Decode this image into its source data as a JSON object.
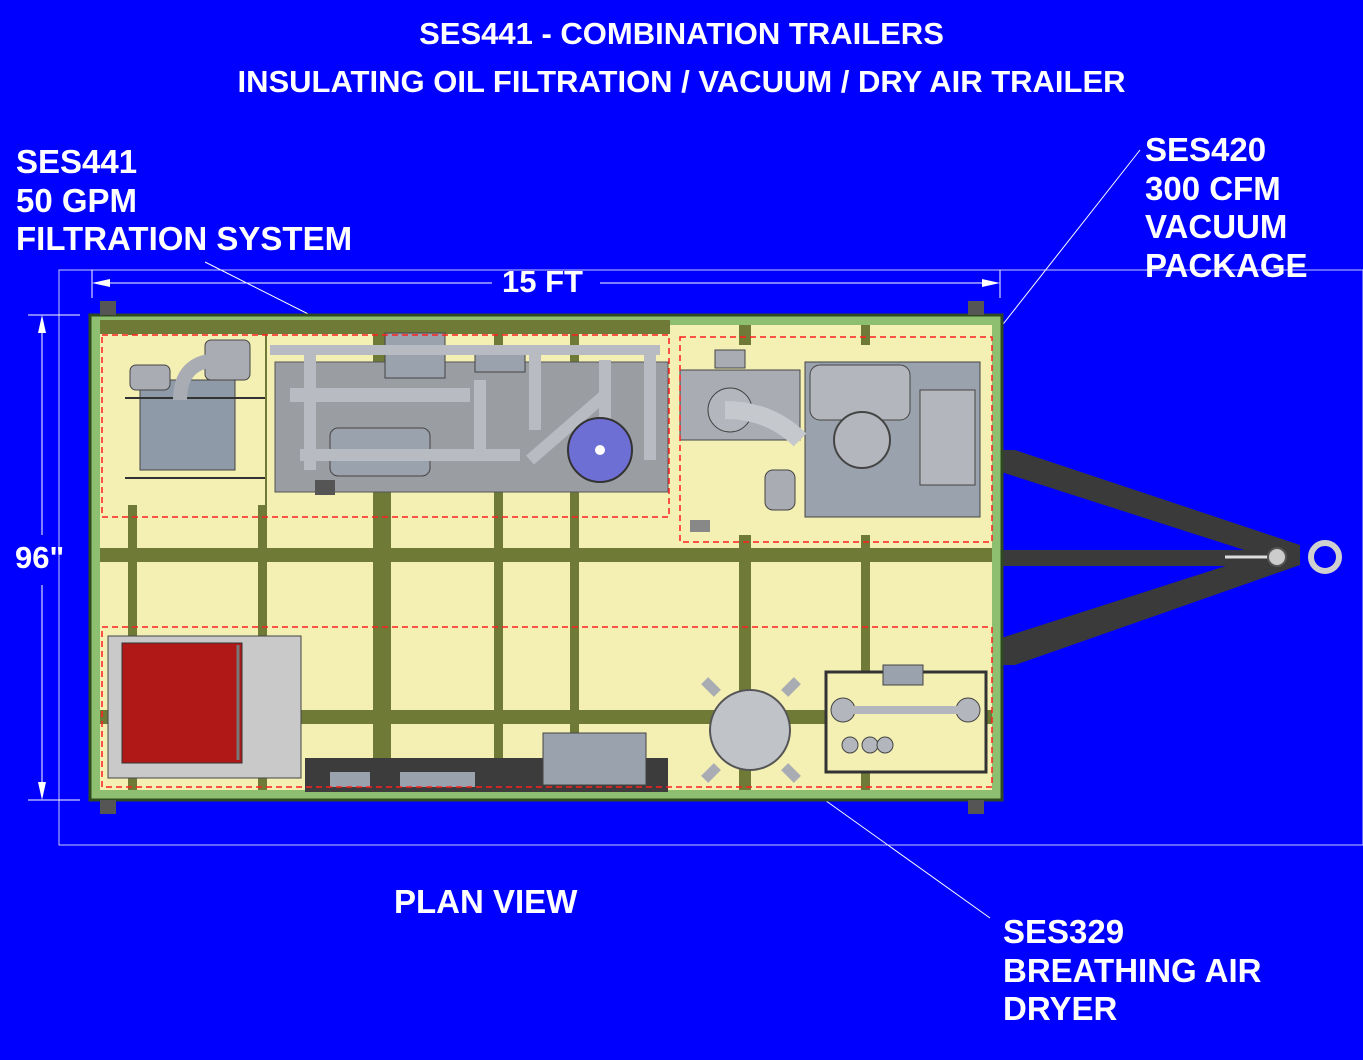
{
  "title": {
    "line1": "SES441 - COMBINATION TRAILERS",
    "line2": "INSULATING OIL FILTRATION  / VACUUM / DRY AIR TRAILER"
  },
  "callouts": {
    "filtration": [
      "SES441",
      "50 GPM",
      "FILTRATION SYSTEM"
    ],
    "vacuum": [
      "SES420",
      "300 CFM",
      "VACUUM",
      "PACKAGE"
    ],
    "dryer": [
      "SES329",
      "BREATHING AIR",
      "DRYER"
    ]
  },
  "dimensions": {
    "length": "15 FT",
    "width": "96\""
  },
  "view_label": "PLAN VIEW",
  "colors": {
    "background": "#0000ff",
    "deck": "#f4f0b4",
    "frame": "#66884a",
    "rail": "#8ebf70",
    "equipment": "#a9adb3",
    "dashed": "#ff1f1f",
    "tongue": "#3a3a3a",
    "red_block": "#b01818"
  }
}
